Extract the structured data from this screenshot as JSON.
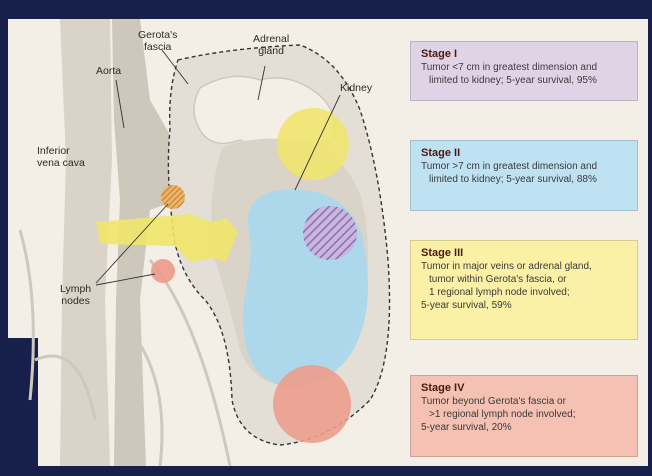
{
  "labels": {
    "gerotas_fascia": [
      "Gerota's",
      "fascia"
    ],
    "adrenal_gland": [
      "Adrenal",
      "gland"
    ],
    "aorta": "Aorta",
    "kidney": "Kidney",
    "inferior_vena_cava": [
      "Inferior",
      "vena cava"
    ],
    "lymph_nodes": [
      "Lymph",
      "nodes"
    ]
  },
  "stages": [
    {
      "title": "Stage I",
      "lines": [
        "Tumor <7 cm in greatest dimension and",
        "limited to kidney; 5-year survival, 95%"
      ],
      "color": "#e1d3e6"
    },
    {
      "title": "Stage II",
      "lines": [
        "Tumor >7 cm in greatest dimension and",
        "limited to kidney; 5-year survival, 88%"
      ],
      "color": "#bfe2f3"
    },
    {
      "title": "Stage III",
      "lines": [
        "Tumor in major veins or adrenal gland,",
        "tumor within Gerota's fascia, or",
        "1 regional lymph node involved;",
        "5-year survival, 59%"
      ],
      "color": "#faf1a6"
    },
    {
      "title": "Stage IV",
      "lines": [
        "Tumor beyond Gerota's fascia or",
        ">1 regional lymph node involved;",
        "5-year survival, 20%"
      ],
      "color": "#f4c1b3"
    }
  ],
  "colors": {
    "background_outer": "#16204a",
    "panel": "#f3efe6",
    "stage1_tumor": "#efe56a",
    "stage2_kidney": "#a9d8ee",
    "stage2_tumor_hatch": "#a58cc4",
    "stage4_tumor": "#ec9d8d",
    "lymph_node_orange": "#e7a24a",
    "lymph_node_red": "#ec9d8d",
    "vein_yellow": "#efe56a"
  }
}
